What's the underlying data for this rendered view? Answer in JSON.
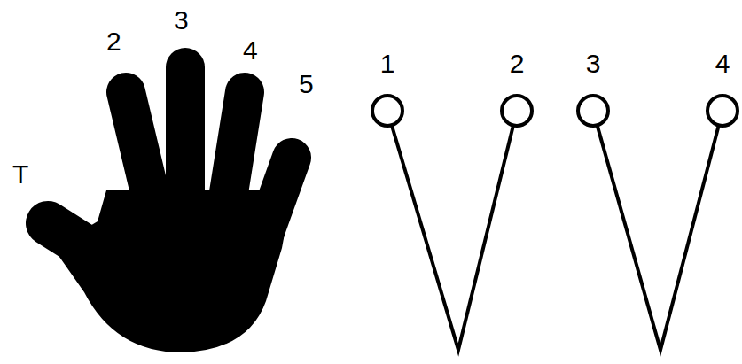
{
  "diagram": {
    "nodes": [
      {
        "text": [
          "1"
        ]
      },
      {
        "text": [
          "2"
        ]
      },
      {
        "text": [
          "3"
        ]
      },
      {
        "text": [
          "4"
        ]
      }
    ],
    "edges": [
      {
        "from": 0,
        "to": 1,
        "arrow": "none"
      },
      {
        "from": 2,
        "to": 3,
        "arrow": "none"
      }
    ],
    "labels": [
      "T",
      "2",
      "3",
      "4",
      "5"
    ]
  }
}
